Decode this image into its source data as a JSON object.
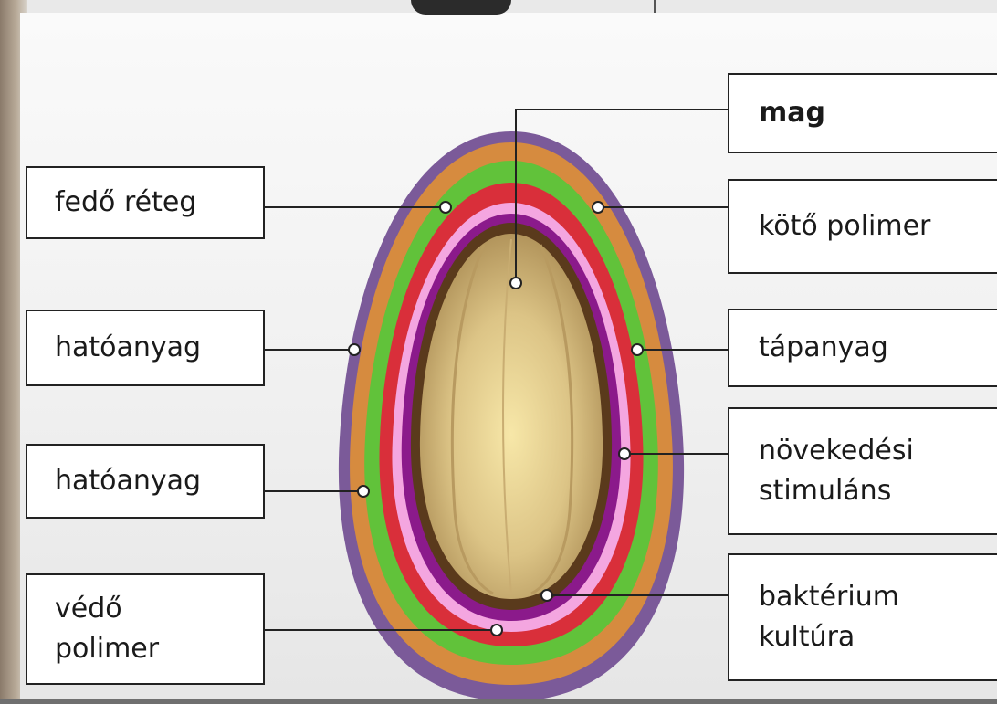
{
  "labels": {
    "fedo_reteg": "fedő réteg",
    "hatoanyag_1": "hatóanyag",
    "hatoanyag_2": "hatóanyag",
    "vedo_polimer": "védő\npolimer",
    "mag": "mag",
    "koto_polimer": "kötő polimer",
    "tapanyag": "tápanyag",
    "novekedesi_stimulans": "növekedési\nstimuláns",
    "bakterium_kultura": "baktérium\nkultúra"
  },
  "layer_colors": {
    "outer": "#7b5a99",
    "orange": "#d68b3f",
    "green": "#61c23a",
    "red": "#d92f3a",
    "pink": "#f4a6e0",
    "purple": "#8b1a8b",
    "shell": "#5a3a1c",
    "kernel": "#c9ad72",
    "kernel_highlight": "#f7e7a8"
  }
}
